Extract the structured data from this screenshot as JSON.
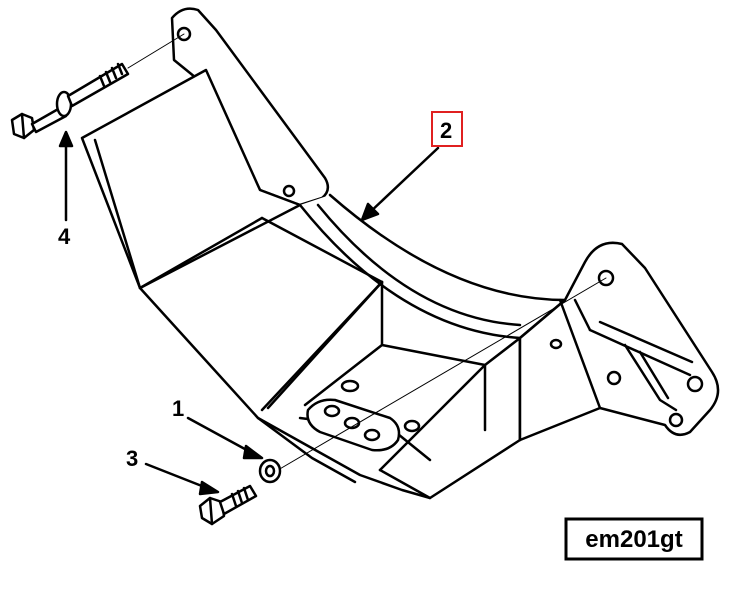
{
  "callouts": [
    {
      "id": "callout-1",
      "label": "1",
      "highlighted": false
    },
    {
      "id": "callout-2",
      "label": "2",
      "highlighted": true
    },
    {
      "id": "callout-3",
      "label": "3",
      "highlighted": false
    },
    {
      "id": "callout-4",
      "label": "4",
      "highlighted": false
    }
  ],
  "figure_id": "em201gt",
  "colors": {
    "line": "#000000",
    "highlight": "#e02020",
    "background": "#ffffff"
  }
}
